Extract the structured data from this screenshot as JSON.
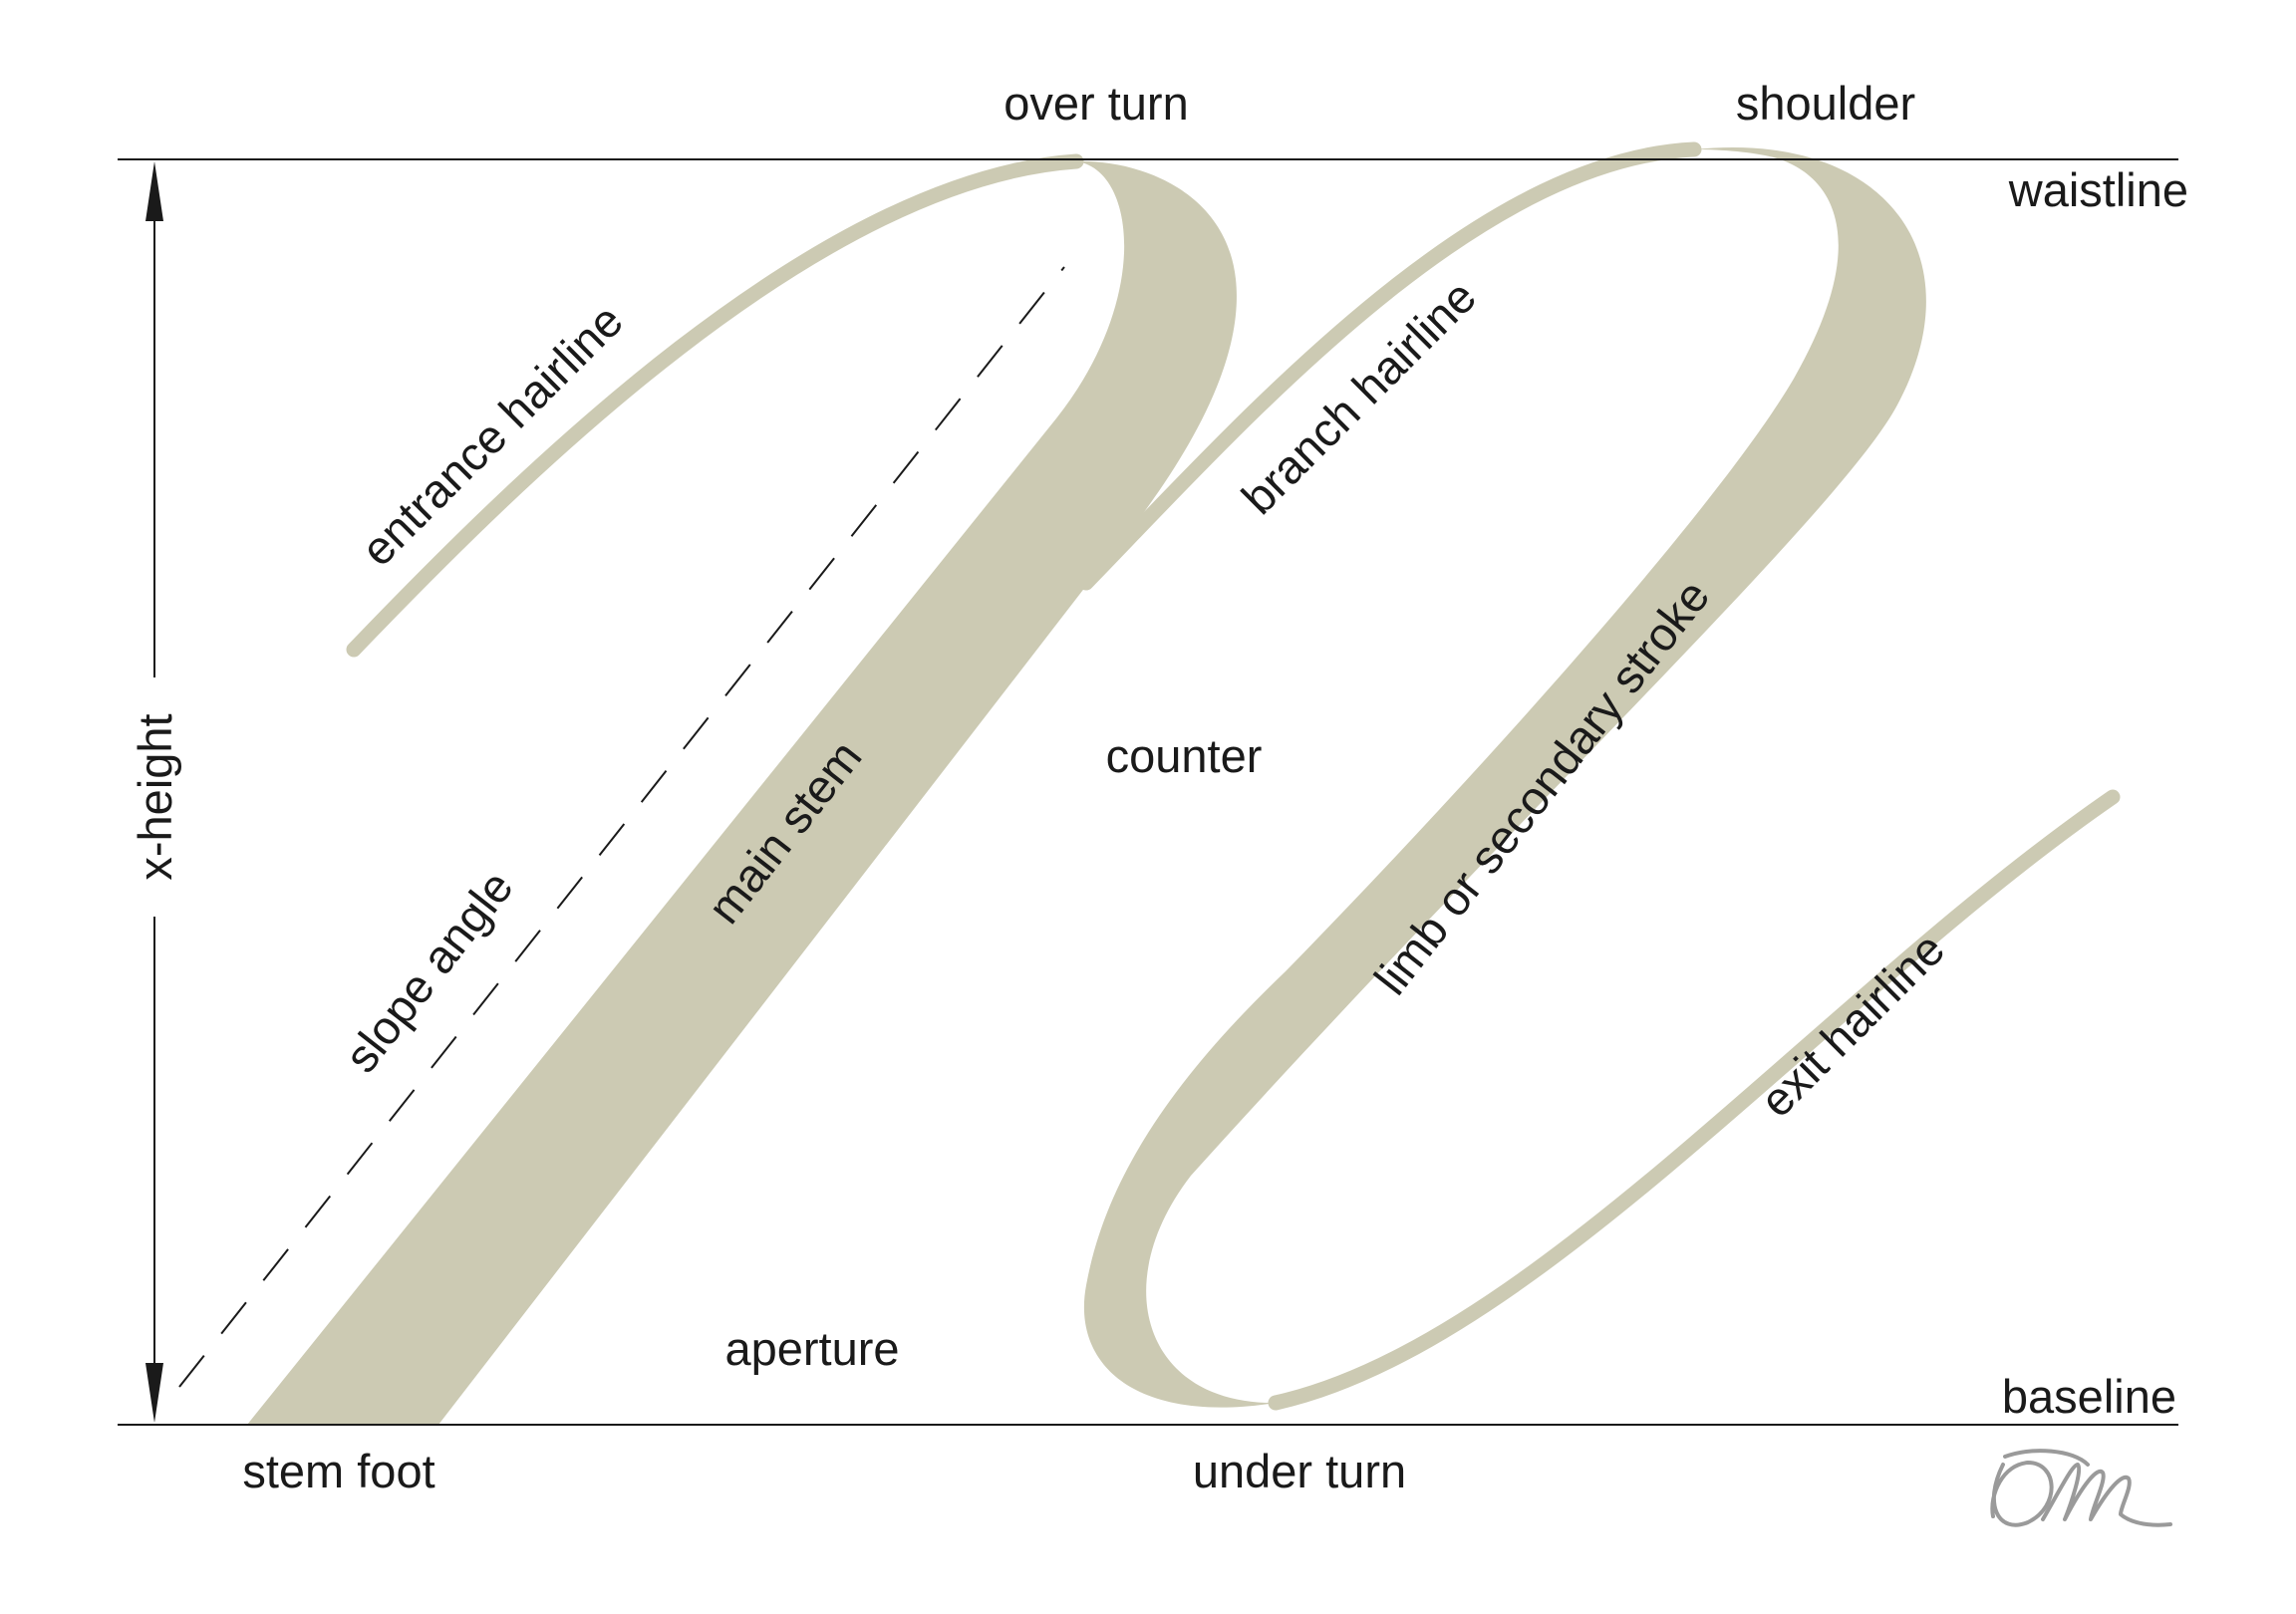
{
  "colors": {
    "stroke_fill": "#cccab3",
    "guide_line": "#1a1a1a",
    "text": "#1a1a1a",
    "signature": "#9a9a9a"
  },
  "labels": {
    "over_turn": "over turn",
    "shoulder": "shoulder",
    "waistline": "waistline",
    "entrance_hairline": "entrance hairline",
    "branch_hairline": "branch hairline",
    "x_height": "x-height",
    "counter": "counter",
    "main_stem": "main stem",
    "limb": "limb or secondary stroke",
    "slope_angle": "slope angle",
    "exit_hairline": "exit hairline",
    "aperture": "aperture",
    "baseline": "baseline",
    "stem_foot": "stem foot",
    "under_turn": "under turn"
  },
  "signature": {
    "icon": "monogram-signature"
  }
}
